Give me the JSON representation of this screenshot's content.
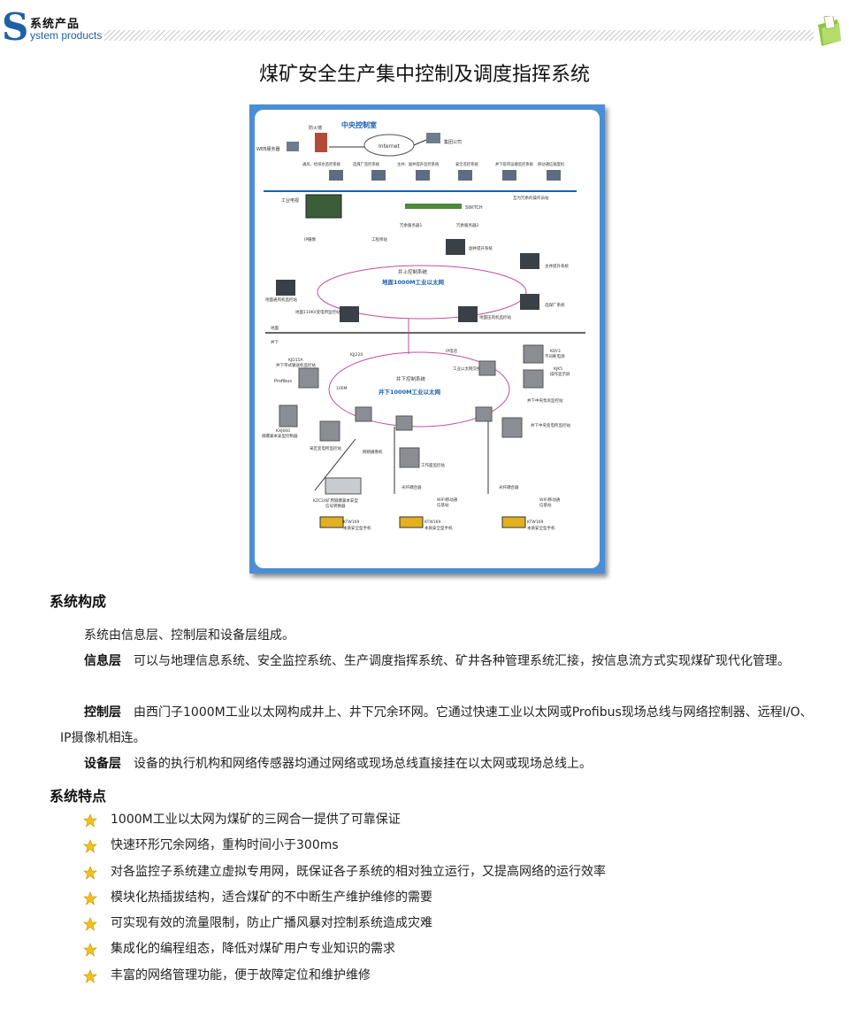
{
  "header": {
    "logo_letter": "S",
    "cn_label": "系统产品",
    "en_label": "ystem products",
    "corner_icon": "green-folder-icon"
  },
  "page_title": "煤矿安全生产集中控制及调度指挥系统",
  "diagram": {
    "control_room": "中央控制室",
    "firewall": "防火墙",
    "internet": "Internet",
    "web_server": "WEB服务器",
    "group_company": "集团公司",
    "terminals": [
      "通风、给排水监控系统",
      "选煤厂监控系统",
      "主井、副井提升监控系统",
      "安全监控系统",
      "井下胶带运输监控系统",
      "移动通信调度机"
    ],
    "redundant_station": "互为冗余的操作员站",
    "tv_wall": "工业电视",
    "switch": "SWITCH",
    "server1": "冗余服务器1",
    "server2": "冗余服务器2",
    "eng_station": "工程师站",
    "ip_cam": "IP摄像",
    "aux_hoist": "副井提升系统",
    "main_hoist": "主井提升系统",
    "surface_control": "井上控制系统",
    "surface_ring": "地面1000M工业以太网",
    "surface_fan": "地面通风机监控站",
    "sub110": "地面110KV变电所监控站",
    "wash_plant": "选煤厂系统",
    "pressure_fan": "地面压风机监控站",
    "surface": "地面",
    "underground": "井下",
    "kjd15a": "KJD15A",
    "belt_station": "井下带式输送机监控站",
    "kjj220": "KJJ220",
    "ip_phone": "IP电话",
    "kjj220_switch": "工业以太网交换机",
    "kdy3": "KDY3",
    "ups": "不间断电源",
    "kjk5": "KJK5",
    "operator_panel": "操作显示屏",
    "pump_station": "井下中央泵房监控站",
    "profibus": "Profibus",
    "underground_control": "井下控制系统",
    "underground_ring": "井下1000M工业以太网",
    "m100": "100M",
    "kxj660": "KXJ660",
    "explosion_ctrl": "隔爆兼本安型控制器",
    "mining_sub": "采区变电所监控站",
    "net_cam": "网络摄像机",
    "central_sub": "井下中央变电所监控站",
    "workface": "工作面监控站",
    "kzc24": "KZC24矿用隔爆兼本安型",
    "converter": "信号转换器",
    "coupler": "光纤耦合器",
    "wifi": "WIFI移动通",
    "wifi2": "信基站",
    "ktw169": "KTW169",
    "phone": "本质安全型手机"
  },
  "composition": {
    "title": "系统构成",
    "intro": "系统由信息层、控制层和设备层组成。",
    "info_label": "信息层",
    "info_text": "可以与地理信息系统、安全监控系统、生产调度指挥系统、矿井各种管理系统汇接，按信息流方式实现煤矿现代化管理。",
    "control_label": "控制层",
    "control_text": "由西门子1000M工业以太网构成井上、井下冗余环网。它通过快速工业以太网或Profibus现场总线与网络控制器、远程I/O、IP摄像机相连。",
    "device_label": "设备层",
    "device_text": "设备的执行机构和网络传感器均通过网络或现场总线直接挂在以太网或现场总线上。"
  },
  "features": {
    "title": "系统特点",
    "bullet_icon": "star-icon",
    "items": [
      "1000M工业以太网为煤矿的三网合一提供了可靠保证",
      "快速环形冗余网络，重构时间小于300ms",
      "对各监控子系统建立虚拟专用网，既保证各子系统的相对独立运行，又提高网络的运行效率",
      "模块化热插拔结构，适合煤矿的不中断生产维护维修的需要",
      "可实现有效的流量限制，防止广播风暴对控制系统造成灾难",
      "集成化的编程组态，降低对煤矿用户专业知识的需求",
      "丰富的网络管理功能，便于故障定位和维护维修"
    ]
  }
}
